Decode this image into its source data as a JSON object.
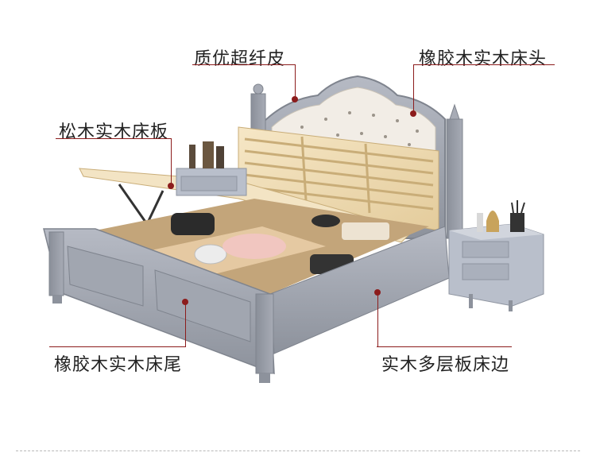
{
  "callouts": {
    "top_left": "质优超纤皮",
    "top_right": "橡胶木实木床头",
    "mid_left": "松木实木床板",
    "bottom_left": "橡胶木实木床尾",
    "bottom_right": "实木多层板床边"
  },
  "colors": {
    "accent": "#8c1c1c",
    "bed_gray": "#9ea3af",
    "wood": "#f1dfb8",
    "leather": "#f2ede6"
  }
}
